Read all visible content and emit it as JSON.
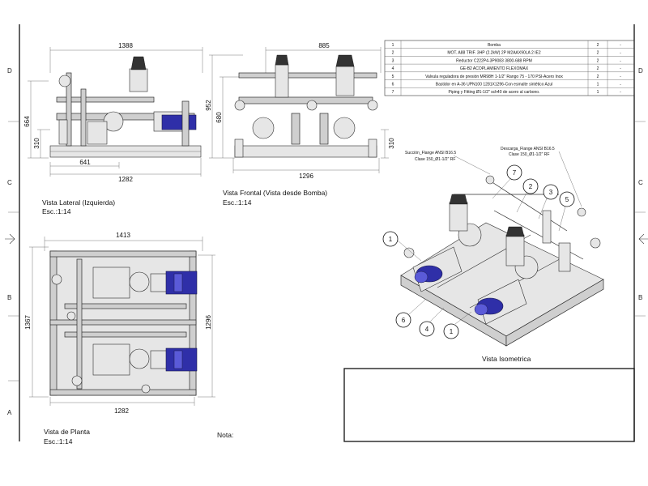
{
  "zones_left": [
    "D",
    "C",
    "B",
    "A"
  ],
  "zones_right": [
    "D",
    "C",
    "B"
  ],
  "bom": [
    {
      "item": "1",
      "desc": "Bomba",
      "qty": "2",
      "obs": "-"
    },
    {
      "item": "2",
      "desc": "MOT. A88 TRIF. 3HP (2.2kW) 2P M2AAX90LA 2 IE2",
      "qty": "2",
      "obs": "-"
    },
    {
      "item": "3",
      "desc": "Reductor C222P4-3P9083 3800-688 RPM",
      "qty": "2",
      "obs": "-"
    },
    {
      "item": "4",
      "desc": "GE-B2 ACOPLAMIENTO FLEXOMAX",
      "qty": "2",
      "obs": "-"
    },
    {
      "item": "5",
      "desc": "Valvula reguladora de presión MR98H 1-1/2\" Rango 75 - 170 PSI-Acero Inox",
      "qty": "2",
      "obs": "-"
    },
    {
      "item": "6",
      "desc": "Bastidor en A-36 UPN100 1281X1296-Con esmalte sintético Azul",
      "qty": "1",
      "obs": "-"
    },
    {
      "item": "7",
      "desc": "Piping y Fitting Ø1-1/2\" sch40 de acero al carbono.",
      "qty": "1",
      "obs": "-"
    }
  ],
  "views": {
    "lateral": {
      "caption": "Vista Lateral (Izquierda)",
      "scale": "Esc.:1:14",
      "dims": {
        "top": "1388",
        "left_h": "664",
        "left_low": "310",
        "mid": "641",
        "bottom": "1282"
      }
    },
    "frontal": {
      "caption": "Vista Frontal (Vista desde Bomba)",
      "scale": "Esc.:1:14",
      "dims": {
        "top": "885",
        "left_h": "952",
        "left_mid": "680",
        "right_low": "310",
        "bottom": "1296"
      }
    },
    "planta": {
      "caption": "Vista de Planta",
      "scale": "Esc.:1:14",
      "dims": {
        "top": "1413",
        "left_h": "1367",
        "right_h": "1296",
        "bottom": "1282"
      }
    },
    "isometrica": {
      "caption": "Vista Isometrica",
      "callouts": {
        "suction": [
          "Succión_Flange ANSI B16.5",
          "Clase 150_Ø1-1/2\" RF"
        ],
        "discharge": [
          "Descarga_Flange ANSI B16.5",
          "Clase 150_Ø1-1/2\" RF"
        ]
      },
      "balloons": [
        "1",
        "2",
        "3",
        "4",
        "5",
        "6",
        "7"
      ]
    }
  },
  "nota_label": "Nota:"
}
